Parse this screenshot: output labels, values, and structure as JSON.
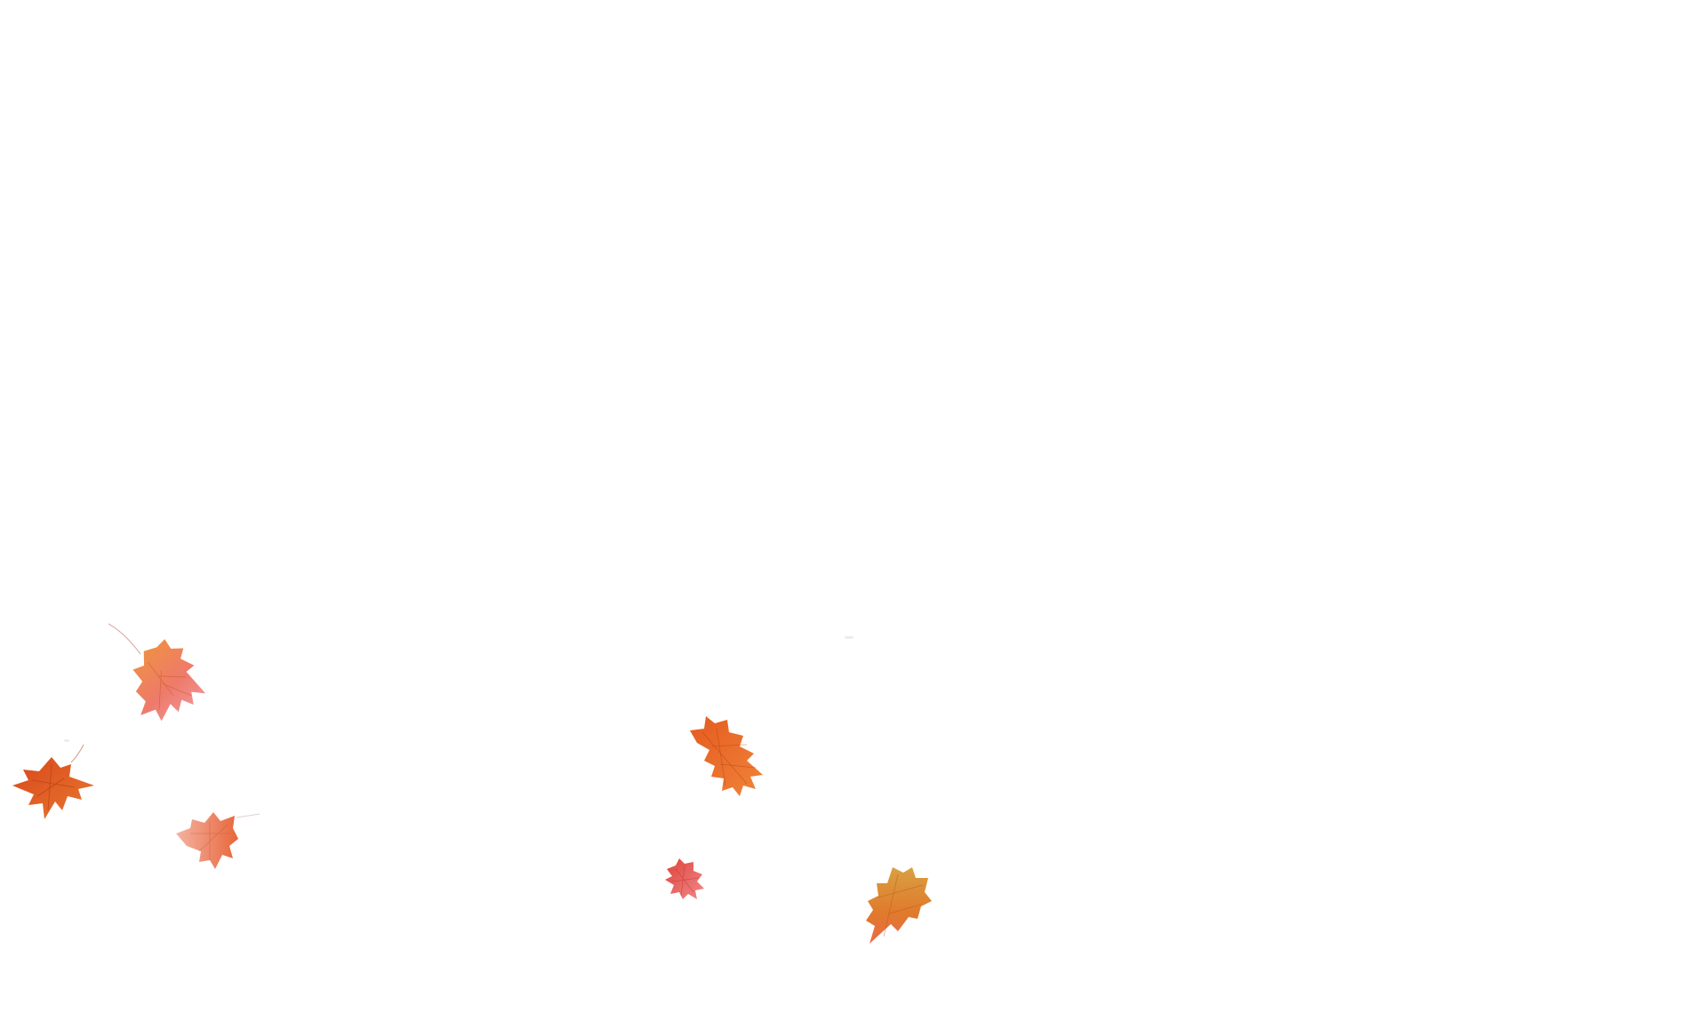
{
  "scene": {
    "background": "#ffffff",
    "subject": "maple-leaves",
    "leaves": [
      {
        "name": "leaf-pink-orange",
        "base": "#ef7a4a",
        "tip": "#f2a0a8",
        "vein": "#c3521f"
      },
      {
        "name": "leaf-red-orange-left",
        "base": "#d9471b",
        "tip": "#e8732f",
        "vein": "#9c2e10"
      },
      {
        "name": "leaf-peach",
        "base": "#e8663a",
        "tip": "#f4b3a3",
        "vein": "#b8502a"
      },
      {
        "name": "leaf-orange-center",
        "base": "#e55a1e",
        "tip": "#f0843a",
        "vein": "#a8390f"
      },
      {
        "name": "leaf-small-red",
        "base": "#e0413a",
        "tip": "#f08a8a",
        "vein": "#a82a22"
      },
      {
        "name": "leaf-amber",
        "base": "#e07a2c",
        "tip": "#d9a040",
        "vein": "#a8511a"
      }
    ]
  }
}
